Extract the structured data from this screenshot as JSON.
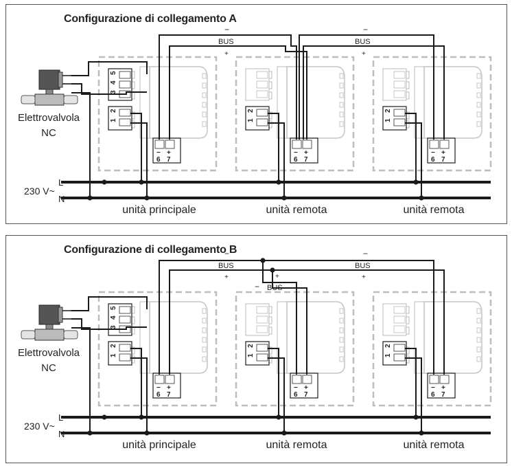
{
  "diagrams": [
    {
      "title": "Configurazione di collegamento A",
      "bus_labels": [
        "BUS",
        "BUS"
      ],
      "valve_label": [
        "Elettrovalvola",
        "NC"
      ],
      "supply_label": "230 V~",
      "line_L": "L",
      "line_N": "N",
      "unit_labels": [
        "unità principale",
        "unità remota",
        "unità remota"
      ]
    },
    {
      "title": "Configurazione di collegamento B",
      "bus_labels": [
        "BUS",
        "BUS",
        "BUS"
      ],
      "valve_label": [
        "Elettrovalvola",
        "NC"
      ],
      "supply_label": "230 V~",
      "line_L": "L",
      "line_N": "N",
      "unit_labels": [
        "unità principale",
        "unità remota",
        "unità remota"
      ]
    }
  ],
  "terminals": {
    "main_upper": [
      "5",
      "4",
      "3"
    ],
    "pair": [
      "2",
      "1"
    ],
    "bus_signs": [
      "−",
      "+"
    ],
    "bus_numbers": [
      "6",
      "7"
    ],
    "minus": "−",
    "plus": "+"
  },
  "colors": {
    "wire": "#1a1a1a",
    "dashed": "#bdbdbd",
    "device": "#c4c4c4"
  }
}
